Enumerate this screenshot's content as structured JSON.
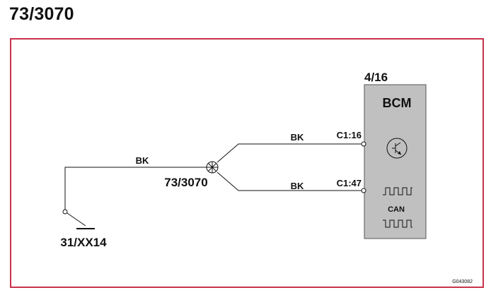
{
  "page": {
    "title": "73/3070"
  },
  "diagram": {
    "colors": {
      "frame": "#c8324b",
      "module_fill": "#c0c0c0",
      "wire": "#111111"
    },
    "module": {
      "id": "4/16",
      "name": "BCM",
      "can_label": "CAN"
    },
    "splice": {
      "label": "73/3070"
    },
    "ground": {
      "label": "31/XX14"
    },
    "wires": [
      {
        "color": "BK",
        "pin": "C1:16"
      },
      {
        "color": "BK",
        "pin": "C1:47"
      },
      {
        "color": "BK"
      }
    ],
    "figure_code": "G043082"
  }
}
